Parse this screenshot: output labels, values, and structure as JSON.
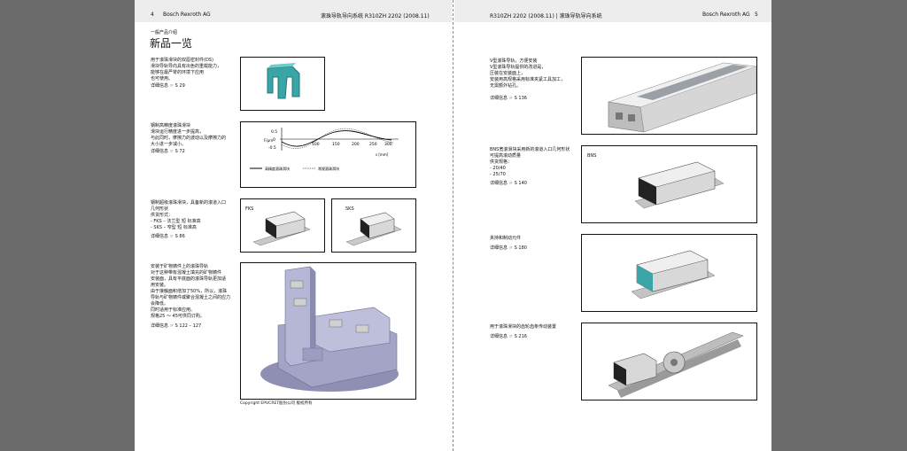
{
  "left": {
    "header": {
      "page": "4",
      "company": "Bosch Rexroth AG",
      "doc": "滚珠导轨导向系统  R310ZH 2202 (2008.11)"
    },
    "section": "一般产品介绍",
    "title": "新品一览",
    "blocks": [
      {
        "lines": [
          "用于滚珠滑块的双唇密封件(DS)",
          "滑块导轨导向具有出色的重载能力，",
          "能够在最严苛的环境下应用",
          "也可使用。"
        ],
        "ref": "详细信息 ☞ S 29"
      },
      {
        "lines": [
          "钢制高精度滚珠滑块",
          "滑块运行精度进一步提高，",
          "与此同时，摩擦力的波动以及摩擦力的",
          "大小进一步减小。"
        ],
        "ref": "详细信息 ☞ S 72"
      },
      {
        "lines": [
          "钢制超级滚珠滑块，具备新的滚道入口",
          "几何形状",
          "供货形式：",
          "- FKS – 法兰型 短 标准高",
          "- SKS – 窄型 短 标准高"
        ],
        "ref": "详细信息 ☞ S 86"
      },
      {
        "lines": [
          "安装于矿物铸件上的滚珠导轨",
          "对于这种带有混凝土填充的矿物铸件",
          "安装面，具有平底面的滚珠导轨更加适",
          "用安装。",
          "由于接触面积增加了50%，所以，滚珠",
          "导轨与矿物铸件或聚合混凝土之间的应力",
          "会降低。",
          "同时适用于标准应用。",
          "规格25 ～ 45可供同订购。"
        ],
        "ref": "详细信息 ☞ S 122 – 127"
      }
    ],
    "chart": {
      "y_ticks": [
        "0.5",
        "0",
        "-0.5"
      ],
      "y_label": "F/μm",
      "x_ticks": [
        "100",
        "150",
        "200",
        "250",
        "300"
      ],
      "x_label": "s [mm]",
      "legend": [
        "高精度滚珠滑块",
        "常规滚珠滑块"
      ]
    },
    "fks_label": "FKS",
    "sks_label": "SKS",
    "caption": "Copyright EPUCRET股份公司  版权所有"
  },
  "right": {
    "header": {
      "doc": "R310ZH 2202 (2008.11) | 滚珠导轨导向系统",
      "company": "Bosch Rexroth AG",
      "page": "5"
    },
    "blocks": [
      {
        "lines": [
          "V型滚珠导轨，方便安装",
          "V型滚珠导轨提供的改进是，",
          "压装在安装面上，",
          "安装用高规格采用标准夹紧工具加工，",
          "无需额外钻孔。"
        ],
        "ref": "详细信息 ☞ S 136"
      },
      {
        "lines": [
          "BNS宽滚滑块采用新的滚道入口几何形状",
          "可提高滚动质量",
          "供货规格：",
          "- 20/40",
          "- 25/70"
        ],
        "ref": "详细信息 ☞ S 140",
        "box_label": "BNS"
      },
      {
        "lines": [
          "夹持和制动元件"
        ],
        "ref": "详细信息 ☞ S 180"
      },
      {
        "lines": [
          "用于滚珠滑块的齿轮齿条传动装置"
        ],
        "ref": "详细信息 ☞ S 216"
      }
    ]
  },
  "colors": {
    "background": "#6b6b6b",
    "page": "#ffffff",
    "header_band": "#ededed",
    "seal_teal": "#3aa5a6"
  }
}
